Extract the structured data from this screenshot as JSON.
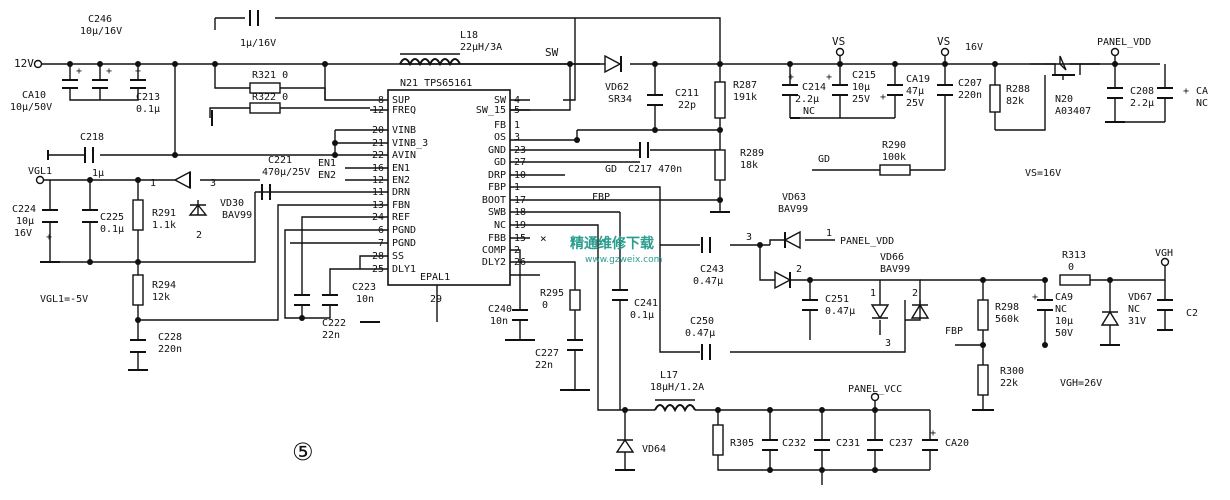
{
  "ic": {
    "ref": "N21",
    "part": "TPS65161",
    "package": "EPAL1",
    "bottom_pin": "29",
    "left_pins": [
      {
        "num": "8",
        "name": "SUP"
      },
      {
        "num": "12",
        "name": "FREQ"
      },
      {
        "num": "20",
        "name": "VINB"
      },
      {
        "num": "21",
        "name": "VINB_3"
      },
      {
        "num": "22",
        "name": "AVIN"
      },
      {
        "num": "16",
        "name": "EN1"
      },
      {
        "num": "12",
        "name": "EN2"
      },
      {
        "num": "11",
        "name": "DRN"
      },
      {
        "num": "13",
        "name": "FBN"
      },
      {
        "num": "24",
        "name": "REF"
      },
      {
        "num": "6",
        "name": "PGND"
      },
      {
        "num": "7",
        "name": "PGND"
      },
      {
        "num": "28",
        "name": "SS"
      },
      {
        "num": "25",
        "name": "DLY1"
      }
    ],
    "right_pins": [
      {
        "num": "4",
        "name": "SW"
      },
      {
        "num": "5",
        "name": "SW_15"
      },
      {
        "num": "1",
        "name": "FB"
      },
      {
        "num": "3",
        "name": "OS"
      },
      {
        "num": "23",
        "name": "GND"
      },
      {
        "num": "27",
        "name": "GD"
      },
      {
        "num": "10",
        "name": "DRP"
      },
      {
        "num": "1",
        "name": "FBP"
      },
      {
        "num": "17",
        "name": "BOOT"
      },
      {
        "num": "18",
        "name": "SWB"
      },
      {
        "num": "19",
        "name": "NC"
      },
      {
        "num": "15",
        "name": "FBB"
      },
      {
        "num": "2",
        "name": "COMP"
      },
      {
        "num": "26",
        "name": "DLY2"
      }
    ]
  },
  "labels": [
    {
      "id": "c246a",
      "text": "C246"
    },
    {
      "id": "c246b",
      "text": "10μ/16V"
    },
    {
      "id": "v12",
      "text": "12V"
    },
    {
      "id": "ca10a",
      "text": "CA10"
    },
    {
      "id": "ca10b",
      "text": "10μ/50V"
    },
    {
      "id": "c213a",
      "text": "C213"
    },
    {
      "id": "c213b",
      "text": "0.1μ"
    },
    {
      "id": "c1u",
      "text": "1μ/16V"
    },
    {
      "id": "r321",
      "text": "R321 0"
    },
    {
      "id": "r322",
      "text": "R322 0"
    },
    {
      "id": "l18a",
      "text": "L18"
    },
    {
      "id": "l18b",
      "text": "22μH/3A"
    },
    {
      "id": "sw",
      "text": "SW"
    },
    {
      "id": "vd62a",
      "text": "VD62"
    },
    {
      "id": "vd62b",
      "text": "SR34"
    },
    {
      "id": "c211a",
      "text": "C211"
    },
    {
      "id": "c211b",
      "text": "22p"
    },
    {
      "id": "r287a",
      "text": "R287"
    },
    {
      "id": "r287b",
      "text": "191k"
    },
    {
      "id": "vs1",
      "text": "VS"
    },
    {
      "id": "vs2",
      "text": "VS"
    },
    {
      "id": "v16",
      "text": "16V"
    },
    {
      "id": "c214a",
      "text": "C214"
    },
    {
      "id": "c214b",
      "text": "2.2μ"
    },
    {
      "id": "c214c",
      "text": "NC"
    },
    {
      "id": "c215a",
      "text": "C215"
    },
    {
      "id": "c215b",
      "text": "10μ"
    },
    {
      "id": "c215c",
      "text": "25V"
    },
    {
      "id": "ca19a",
      "text": "CA19"
    },
    {
      "id": "ca19b",
      "text": "47μ"
    },
    {
      "id": "ca19c",
      "text": "25V"
    },
    {
      "id": "c207a",
      "text": "C207"
    },
    {
      "id": "c207b",
      "text": "220n"
    },
    {
      "id": "r288a",
      "text": "R288"
    },
    {
      "id": "r288b",
      "text": "82k"
    },
    {
      "id": "n20a",
      "text": "N20"
    },
    {
      "id": "n20b",
      "text": "A03407"
    },
    {
      "id": "pvdd",
      "text": "PANEL_VDD"
    },
    {
      "id": "c208a",
      "text": "C208"
    },
    {
      "id": "c208b",
      "text": "2.2μ"
    },
    {
      "id": "ca",
      "text": "CA"
    },
    {
      "id": "nc",
      "text": "NC"
    },
    {
      "id": "c218a",
      "text": "C218"
    },
    {
      "id": "c218b",
      "text": "1μ"
    },
    {
      "id": "vgl1",
      "text": "VGL1"
    },
    {
      "id": "c221a",
      "text": "C221"
    },
    {
      "id": "c221b",
      "text": "470μ/25V"
    },
    {
      "id": "en1",
      "text": "EN1"
    },
    {
      "id": "en2",
      "text": "EN2"
    },
    {
      "id": "gd1",
      "text": "GD"
    },
    {
      "id": "c217",
      "text": "C217 470n"
    },
    {
      "id": "r289a",
      "text": "R289"
    },
    {
      "id": "r289b",
      "text": "18k"
    },
    {
      "id": "gd2",
      "text": "GD"
    },
    {
      "id": "r290a",
      "text": "R290"
    },
    {
      "id": "r290b",
      "text": "100k"
    },
    {
      "id": "vs16",
      "text": "VS=16V"
    },
    {
      "id": "c224a",
      "text": "C224"
    },
    {
      "id": "c224b",
      "text": "10μ"
    },
    {
      "id": "c224c",
      "text": "16V"
    },
    {
      "id": "c225a",
      "text": "C225"
    },
    {
      "id": "c225b",
      "text": "0.1μ"
    },
    {
      "id": "r291a",
      "text": "R291"
    },
    {
      "id": "r291b",
      "text": "1.1k"
    },
    {
      "id": "vd30a",
      "text": "VD30"
    },
    {
      "id": "vd30b",
      "text": "BAV99"
    },
    {
      "id": "d1",
      "text": "1"
    },
    {
      "id": "d3",
      "text": "3"
    },
    {
      "id": "d2",
      "text": "2"
    },
    {
      "id": "fbp1",
      "text": "FBP"
    },
    {
      "id": "vd63a",
      "text": "VD63"
    },
    {
      "id": "vd63b",
      "text": "BAV99"
    },
    {
      "id": "pvdd2",
      "text": "PANEL_VDD"
    },
    {
      "id": "e1",
      "text": "1"
    },
    {
      "id": "e3",
      "text": "3"
    },
    {
      "id": "e2",
      "text": "2"
    },
    {
      "id": "c243a",
      "text": "C243"
    },
    {
      "id": "c243b",
      "text": "0.47μ"
    },
    {
      "id": "vd66a",
      "text": "VD66"
    },
    {
      "id": "vd66b",
      "text": "BAV99"
    },
    {
      "id": "c251a",
      "text": "C251"
    },
    {
      "id": "c251b",
      "text": "0.47μ"
    },
    {
      "id": "f1",
      "text": "1"
    },
    {
      "id": "f2",
      "text": "2"
    },
    {
      "id": "f3",
      "text": "3"
    },
    {
      "id": "r313a",
      "text": "R313"
    },
    {
      "id": "r313b",
      "text": "0"
    },
    {
      "id": "vgh",
      "text": "VGH"
    },
    {
      "id": "r298a",
      "text": "R298"
    },
    {
      "id": "r298b",
      "text": "560k"
    },
    {
      "id": "ca9a",
      "text": "CA9"
    },
    {
      "id": "ca9b",
      "text": "NC"
    },
    {
      "id": "ca9c",
      "text": "10μ"
    },
    {
      "id": "ca9d",
      "text": "50V"
    },
    {
      "id": "vd67a",
      "text": "VD67"
    },
    {
      "id": "vd67b",
      "text": "NC"
    },
    {
      "id": "vd67c",
      "text": "31V"
    },
    {
      "id": "c2",
      "text": "C2"
    },
    {
      "id": "fbp2",
      "text": "FBP"
    },
    {
      "id": "r300a",
      "text": "R300"
    },
    {
      "id": "r300b",
      "text": "22k"
    },
    {
      "id": "vgh26",
      "text": "VGH=26V"
    },
    {
      "id": "r294a",
      "text": "R294"
    },
    {
      "id": "r294b",
      "text": "12k"
    },
    {
      "id": "vgl5",
      "text": "VGL1=-5V"
    },
    {
      "id": "c223a",
      "text": "C223"
    },
    {
      "id": "c223b",
      "text": "10n"
    },
    {
      "id": "c222a",
      "text": "C222"
    },
    {
      "id": "c222b",
      "text": "22n"
    },
    {
      "id": "c228a",
      "text": "C228"
    },
    {
      "id": "c228b",
      "text": "220n"
    },
    {
      "id": "r295a",
      "text": "R295"
    },
    {
      "id": "r295b",
      "text": "0"
    },
    {
      "id": "c240a",
      "text": "C240"
    },
    {
      "id": "c240b",
      "text": "10n"
    },
    {
      "id": "c227a",
      "text": "C227"
    },
    {
      "id": "c227b",
      "text": "22n"
    },
    {
      "id": "c241a",
      "text": "C241"
    },
    {
      "id": "c241b",
      "text": "0.1μ"
    },
    {
      "id": "c250a",
      "text": "C250"
    },
    {
      "id": "c250b",
      "text": "0.47μ"
    },
    {
      "id": "l17a",
      "text": "L17"
    },
    {
      "id": "l17b",
      "text": "18μH/1.2A"
    },
    {
      "id": "pvcc",
      "text": "PANEL_VCC"
    },
    {
      "id": "vd64",
      "text": "VD64"
    },
    {
      "id": "r305",
      "text": "R305"
    },
    {
      "id": "c232",
      "text": "C232"
    },
    {
      "id": "c231",
      "text": "C231"
    },
    {
      "id": "c237",
      "text": "C237"
    },
    {
      "id": "ca20",
      "text": "CA20"
    },
    {
      "id": "plus1",
      "text": "+"
    },
    {
      "id": "plus2",
      "text": "+"
    },
    {
      "id": "plus3",
      "text": "+"
    },
    {
      "id": "plus4",
      "text": "+"
    },
    {
      "id": "plus5",
      "text": "+"
    },
    {
      "id": "plus6",
      "text": "+"
    },
    {
      "id": "plus7",
      "text": "+"
    },
    {
      "id": "plus8",
      "text": "+"
    },
    {
      "id": "plus9",
      "text": "+"
    },
    {
      "id": "plus10",
      "text": "+"
    },
    {
      "id": "cross",
      "text": "×"
    }
  ],
  "watermark": {
    "title": "精通维修下载",
    "url": "www.gzweix.com"
  },
  "figure_mark": "⑤"
}
